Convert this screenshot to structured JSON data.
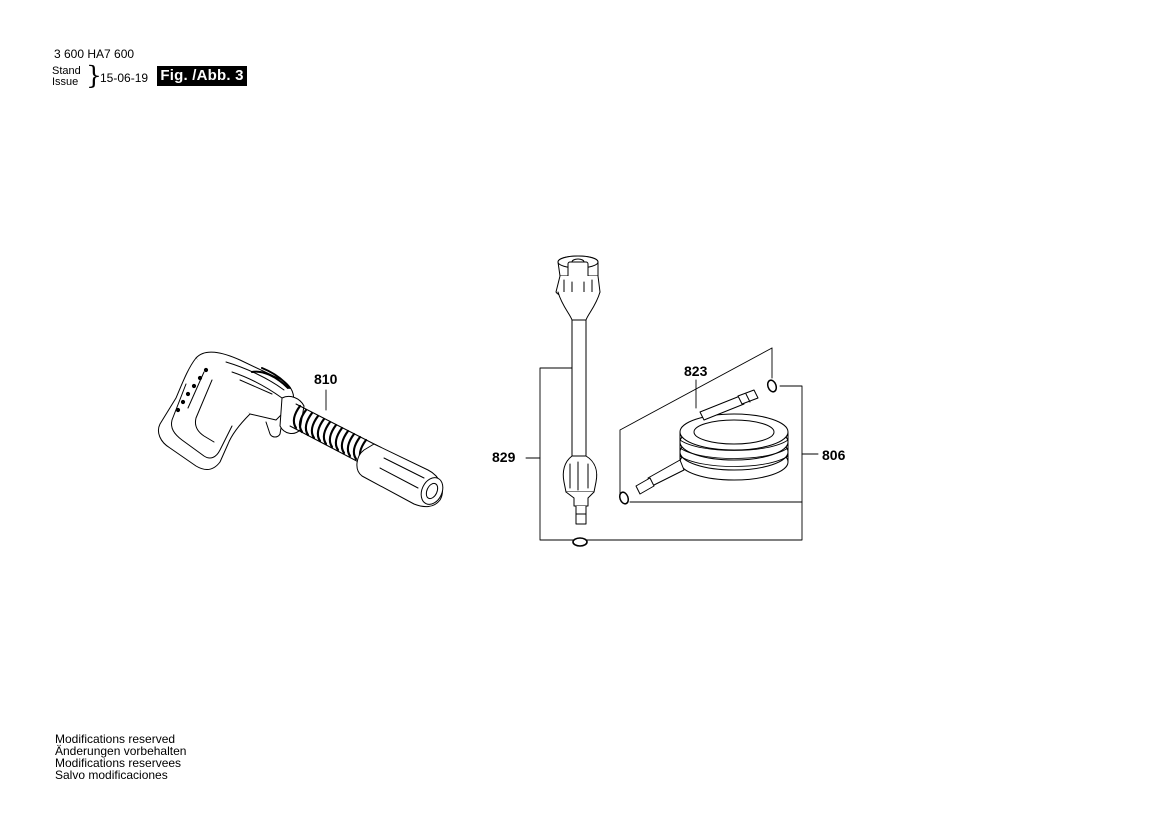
{
  "header": {
    "doc_number": "3 600 HA7 600",
    "stand_label": "Stand",
    "issue_label": "Issue",
    "brace": "}",
    "date": "15-06-19",
    "figure_label": "Fig. /Abb. 3"
  },
  "parts": [
    {
      "number": "810",
      "name_icon": "spray-gun-icon"
    },
    {
      "number": "829",
      "name_icon": "lance-icon"
    },
    {
      "number": "823",
      "name_icon": "hose-connector-icon"
    },
    {
      "number": "806",
      "name_icon": "hose-coil-icon"
    }
  ],
  "footer": {
    "lines": [
      "Modifications reserved",
      "Änderungen vorbehalten",
      "Modifications reservees",
      "Salvo modificaciones"
    ]
  }
}
